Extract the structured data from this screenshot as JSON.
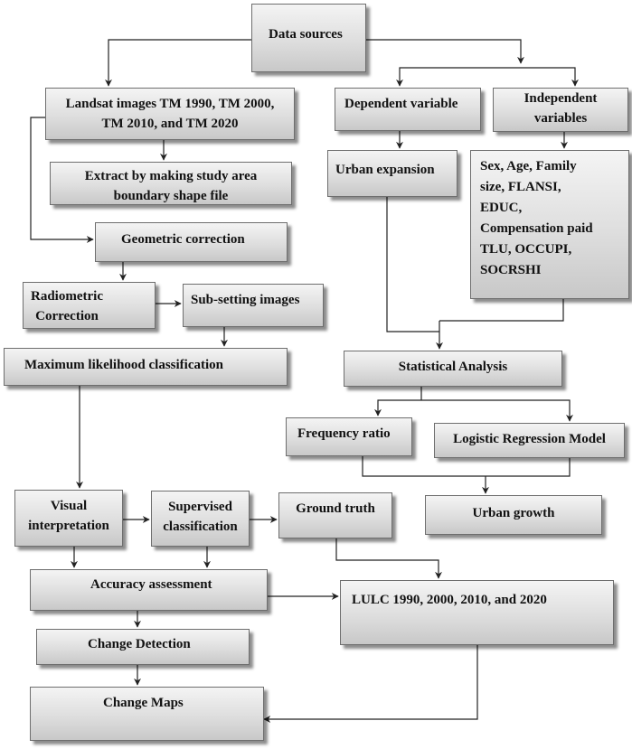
{
  "nodes": {
    "data_sources": "Data sources",
    "landsat": "Landsat images TM 1990, TM 2000,\nTM 2010, and TM 2020",
    "extract": "Extract by making study area\nboundary shape file",
    "geometric": "Geometric correction",
    "radiometric": "Radiometric\nCorrection",
    "subsetting": "Sub-setting images",
    "max_likelihood": "Maximum likelihood classification",
    "dependent": "Dependent variable",
    "independent": "Independent\nvariables",
    "urban_expansion": "Urban expansion",
    "variables_list": "Sex, Age, Family\nsize, FLANSI,\nEDUC,\nCompensation paid\nTLU, OCCUPI,\nSOCRSHI",
    "statistical": "Statistical Analysis",
    "frequency_ratio": "Frequency ratio",
    "logistic": "Logistic Regression Model",
    "urban_growth": "Urban growth",
    "visual": "Visual\ninterpretation",
    "supervised": "Supervised\nclassification",
    "ground_truth": "Ground truth",
    "accuracy": "Accuracy assessment",
    "lulc": "LULC 1990, 2000, 2010, and 2020",
    "change_detection": "Change Detection",
    "change_maps": "Change Maps"
  }
}
